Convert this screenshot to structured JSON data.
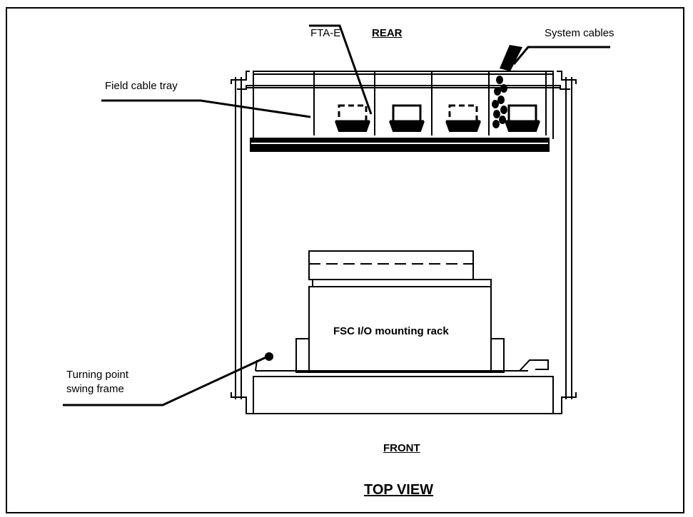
{
  "labels": {
    "fta_e": "FTA-E",
    "rear": "REAR",
    "system_cables": "System cables",
    "field_cable_tray": "Field cable tray",
    "mounting_rack": "FSC I/O mounting rack",
    "turning_point": "Turning point\nswing frame",
    "front": "FRONT",
    "view_title": "TOP VIEW"
  },
  "colors": {
    "ink": "#000000",
    "background": "#ffffff"
  }
}
